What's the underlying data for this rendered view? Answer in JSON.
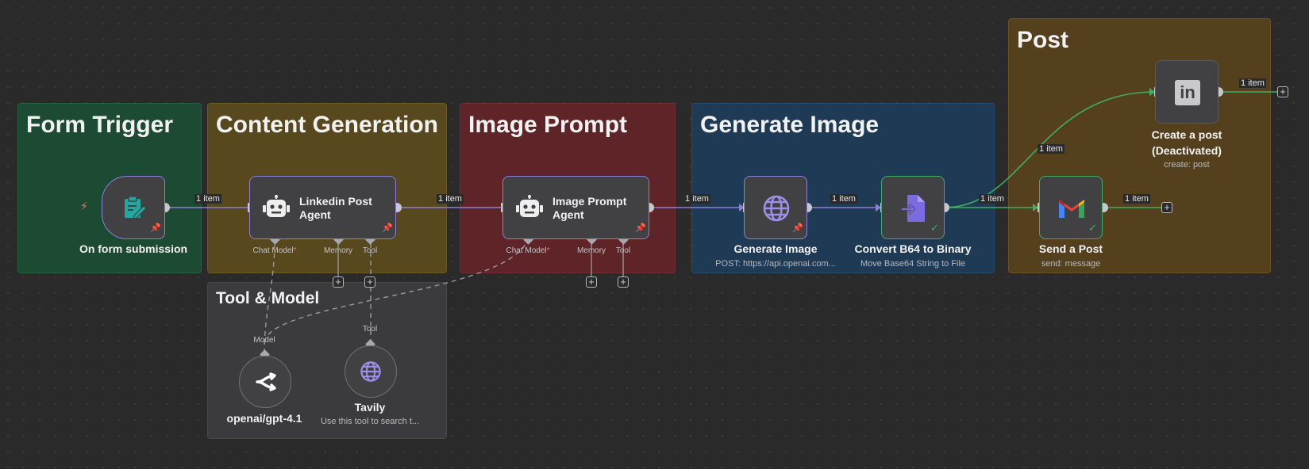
{
  "canvas": {
    "groups": {
      "form_trigger": "Form Trigger",
      "content_generation": "Content Generation",
      "image_prompt": "Image Prompt",
      "generate_image": "Generate Image",
      "post": "Post",
      "tool_model": "Tool & Model"
    },
    "nodes": {
      "form": {
        "label": "On form submission",
        "icon": "form-edit-icon"
      },
      "linkedin_agent": {
        "line1": "Linkedin Post",
        "line2": "Agent",
        "icon": "robot-icon",
        "ports": {
          "chat_model": "Chat Model",
          "memory": "Memory",
          "tool": "Tool"
        },
        "required_mark": "*"
      },
      "image_agent": {
        "line1": "Image Prompt",
        "line2": "Agent",
        "icon": "robot-icon",
        "ports": {
          "chat_model": "Chat Model",
          "memory": "Memory",
          "tool": "Tool"
        },
        "required_mark": "*"
      },
      "generate_image": {
        "label": "Generate Image",
        "sub": "POST: https://api.openai.com...",
        "icon": "globe-icon"
      },
      "convert": {
        "label": "Convert B64 to Binary",
        "sub": "Move Base64 String to File",
        "icon": "file-convert-icon"
      },
      "send_post": {
        "label": "Send a Post",
        "sub": "send: message",
        "icon": "gmail-icon"
      },
      "create_post": {
        "line1": "Create a post",
        "line2": "(Deactivated)",
        "sub": "create: post",
        "icon": "linkedin-icon",
        "icon_text": "in"
      },
      "openai": {
        "label": "openai/gpt-4.1",
        "port": "Model",
        "icon": "openrouter-icon"
      },
      "tavily": {
        "label": "Tavily",
        "sub": "Use this tool to search t...",
        "port": "Tool",
        "icon": "globe-icon"
      }
    },
    "connection_label": "1 item",
    "plus": "+",
    "colors": {
      "background": "#2a2a2b",
      "main_wire": "#8b7fd8",
      "success_wire": "#3fae63",
      "ai_wire": "#9a9aa0",
      "trigger_bolt": "#ff7048"
    }
  }
}
